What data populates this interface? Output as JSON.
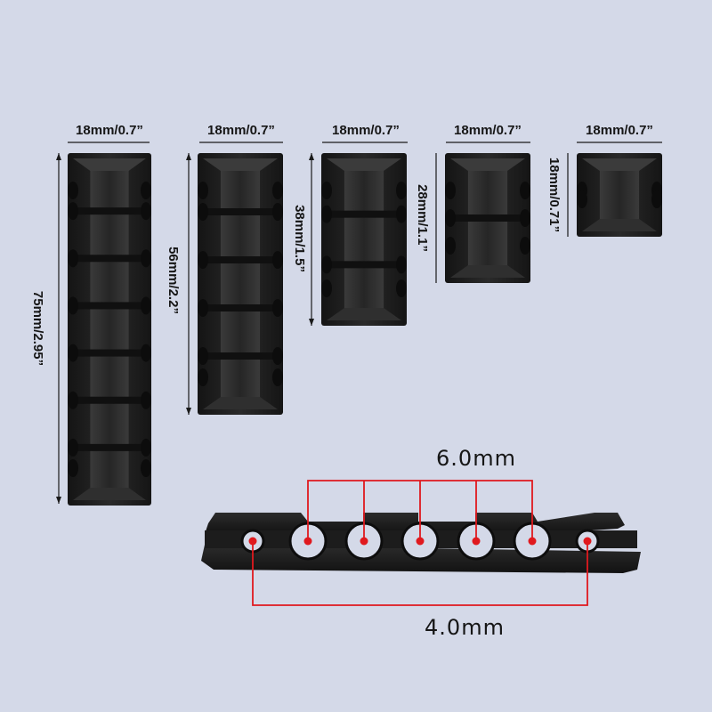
{
  "clips": [
    {
      "width_label": "18mm/0.7”",
      "height_label": "75mm/2.95”",
      "slots": 7
    },
    {
      "width_label": "18mm/0.7”",
      "height_label": "56mm/2.2”",
      "slots": 5
    },
    {
      "width_label": "18mm/0.7”",
      "height_label": "38mm/1.5”",
      "slots": 3
    },
    {
      "width_label": "18mm/0.7”",
      "height_label": "28mm/1.1”",
      "slots": 2
    },
    {
      "width_label": "18mm/0.7”",
      "height_label": "18mm/0.71”",
      "slots": 1
    }
  ],
  "profile": {
    "upper_label": "6.0mm",
    "lower_label": "4.0mm",
    "holes": 7
  },
  "colors": {
    "background": "#d4d9e8",
    "clip": "#1e1e1e",
    "marker": "#e0191e"
  }
}
